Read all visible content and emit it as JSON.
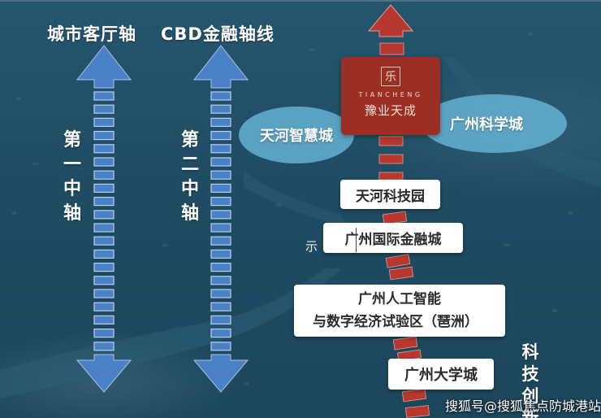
{
  "colors": {
    "background": "#1f4c63",
    "blue_axis": "#4a80c6",
    "red_axis": "#b8372e",
    "brand_box": "#9c2f24",
    "ellipse": "#67b4d6",
    "tag_bg": "#ffffff",
    "tag_text": "#2b2b2b"
  },
  "headings": {
    "axis_1": "城市客厅轴",
    "axis_2": "CBD金融轴线"
  },
  "axes": [
    {
      "id": "first-axis",
      "label_chars": [
        "第",
        "一",
        "中",
        "轴"
      ],
      "direction": "bidirectional",
      "color": "blue"
    },
    {
      "id": "second-axis",
      "label_chars": [
        "第",
        "二",
        "中",
        "轴"
      ],
      "direction": "bidirectional",
      "color": "blue"
    },
    {
      "id": "tech-innovation-axis",
      "label_chars": [
        "科",
        "技",
        "创",
        "新"
      ],
      "direction": "up",
      "color": "red"
    }
  ],
  "brand": {
    "seal_glyph": "乐",
    "name_en": "TIANCHENG",
    "name_cn": "豫业天成"
  },
  "ellipses": {
    "left": "天河智慧城",
    "right": "广州科学城"
  },
  "nodes": [
    {
      "label": "天河科技园"
    },
    {
      "label": "广州国际金融城"
    },
    {
      "line1": "广州人工智能",
      "line2": "与数字经济试验区（琶洲）"
    },
    {
      "label": "广州大学城"
    }
  ],
  "stray_text": "示",
  "watermark": "搜狐号@搜狐焦点防城港站"
}
